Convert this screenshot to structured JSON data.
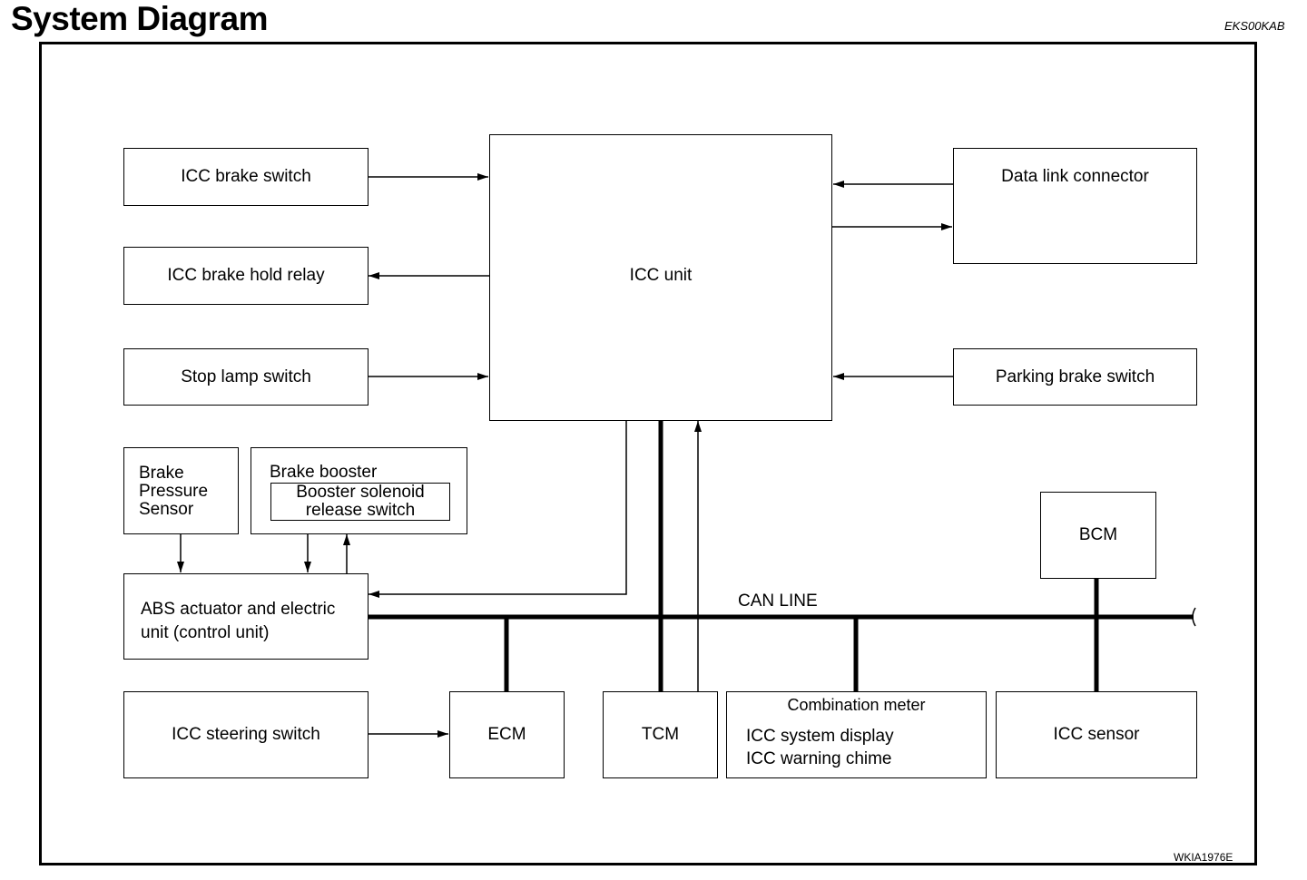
{
  "header": {
    "title": "System Diagram",
    "doc_code": "EKS00KAB",
    "figure_code": "WKIA1976E"
  },
  "blocks": {
    "icc_brake_switch": "ICC brake switch",
    "icc_brake_hold_relay": "ICC brake hold relay",
    "stop_lamp_switch": "Stop lamp switch",
    "icc_unit": "ICC unit",
    "data_link_connector": "Data link connector",
    "parking_brake_switch": "Parking brake switch",
    "brake_pressure_sensor": [
      "Brake",
      "Pressure",
      "Sensor"
    ],
    "brake_booster": "Brake booster",
    "booster_solenoid": [
      "Booster solenoid",
      "release switch"
    ],
    "abs_actuator": [
      "ABS actuator and electric",
      "unit (control unit)"
    ],
    "bcm": "BCM",
    "can_line": "CAN LINE",
    "icc_steering_switch": "ICC steering switch",
    "ecm": "ECM",
    "tcm": "TCM",
    "combination_meter": "Combination meter",
    "combination_meter_items": [
      "ICC system display",
      "ICC warning chime"
    ],
    "icc_sensor": "ICC sensor"
  }
}
